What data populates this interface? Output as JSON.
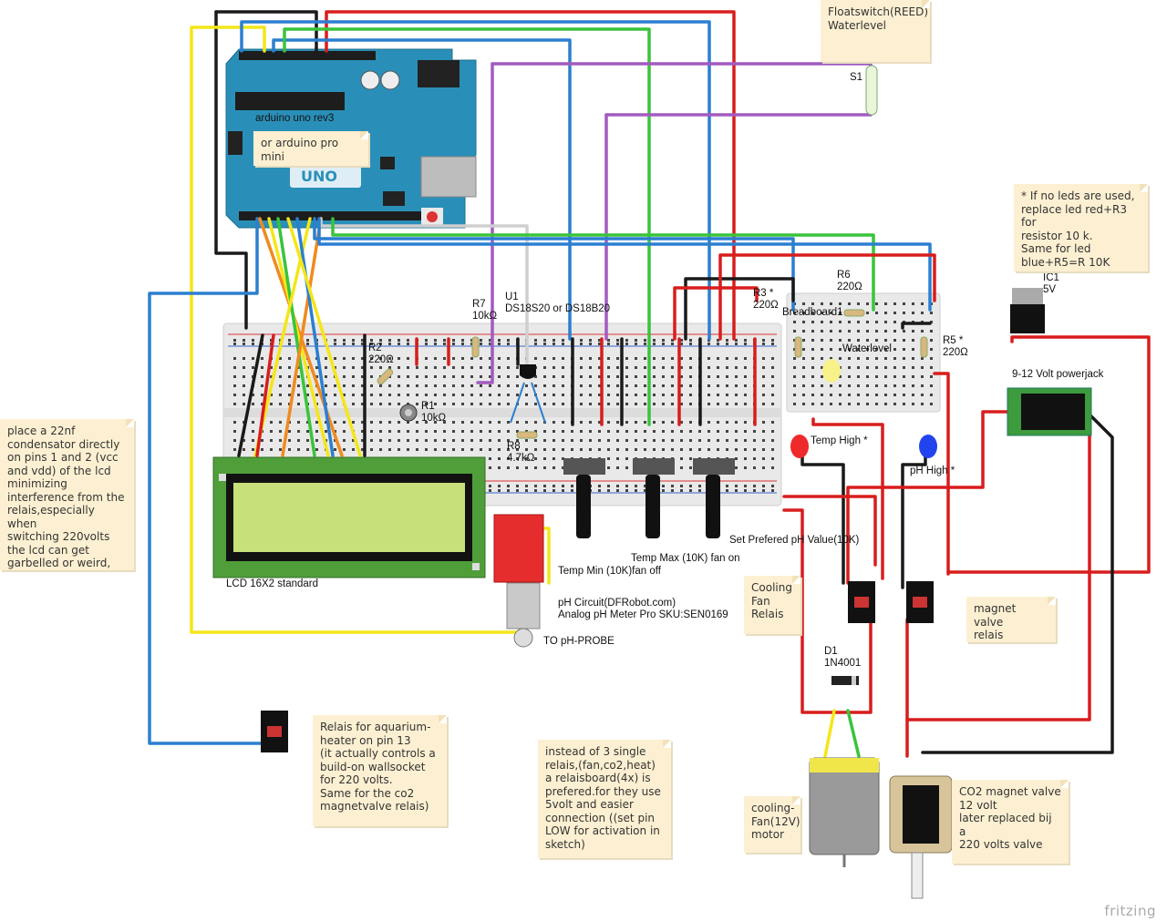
{
  "labels": {
    "arduino": "arduino uno rev3",
    "pro_mini_note": "or  arduino pro\nmini",
    "lcd": "LCD 16X2 standard",
    "r7": "R7\n10kΩ",
    "u1": "U1\nDS18S20 or DS18B20",
    "r2": "R2\n220Ω",
    "r1": "R1\n10kΩ",
    "r8": "R8\n4.7kΩ",
    "r3": "R3 *\n220Ω",
    "r6": "R6\n220Ω",
    "breadboard": "Breadboard1",
    "waterlevel": "Waterlevel",
    "r5": "R5 *\n220Ω",
    "s1": "S1",
    "ic1": "IC1\n5V",
    "powerjack": "9-12 Volt powerjack",
    "temp_high": "Temp High *",
    "ph_high": "pH High *",
    "temp_min": "Temp Min (10K)fan off",
    "temp_max": "Temp Max (10K) fan on",
    "ph_value": "Set Prefered pH Value(10K)",
    "ph_circuit": "pH Circuit(DFRobot.com)\nAnalog pH Meter Pro SKU:SEN0169",
    "ph_probe": "TO pH-PROBE",
    "d1": "D1\n1N4001"
  },
  "notes": {
    "floatswitch": "Floatswitch(REED)\nWaterlevel",
    "no_leds": "* If no leds are used,\nreplace led red+R3 for\nresistor 10 k.\nSame for led\nblue+R5=R 10K",
    "capacitor": "place a 22nf\ncondensator directly\non pins 1 and 2 (vcc\nand vdd) of the lcd\nminimizing\ninterference from the\nrelais,especially when\nswitching 220volts\nthe lcd can get\ngarbelled or weird,",
    "cooling_fan_relais": "Cooling\nFan\nRelais",
    "magnet_valve_relais": "magnet valve\nrelais",
    "heater_relais": "Relais  for  aquarium-\nheater  on pin 13\n(it actually controls a\nbuild-on  wallsocket\nfor 220 volts.\nSame for the co2\nmagnetvalve relais)",
    "relaisboard": "instead of 3 single\nrelais,(fan,co2,heat)\na relaisboard(4x) is\nprefered.for they use\n5volt and easier\nconnection ((set pin\nLOW for activation in\nsketch)",
    "cooling_fan_motor": "cooling-\nFan(12V)\nmotor",
    "co2_valve": "CO2 magnet valve\n12 volt\nlater replaced bij a\n220 volts valve"
  },
  "watermark": "fritzing",
  "colors": {
    "wire_red": "#d81d1d",
    "wire_black": "#1a1a1a",
    "wire_blue": "#2b7fd0",
    "wire_green": "#39c43a",
    "wire_yellow": "#f4e619",
    "wire_purple": "#a25bc0",
    "wire_orange": "#f08a1f",
    "wire_white": "#cfcfcf",
    "arduino_blue": "#2a8fb8",
    "lcd_green": "#4f9e3a",
    "lcd_screen": "#c8e07a",
    "note_bg": "#fdf0d2"
  }
}
